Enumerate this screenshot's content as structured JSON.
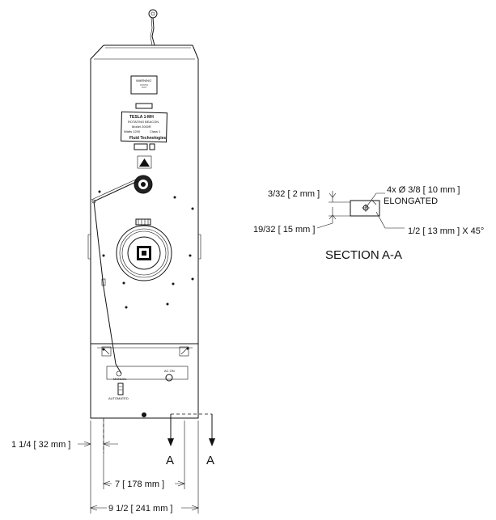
{
  "labels": {
    "warning_label": "WARNING",
    "unit_plate_line1": "TESLA 1-MH",
    "unit_plate_line2": "ROTATING BEACON",
    "unit_plate_line3": "Model 2000R",
    "unit_plate_line4": "Watts 1200",
    "unit_plate_line5": "Class 1",
    "unit_brand": "Fluid Technologies",
    "control_manual": "MANUAL",
    "control_automated": "AUTOMATED",
    "control_ac_on": "AC ON"
  },
  "dimensions": {
    "d_3_32": "3/32 [ 2 mm ]",
    "d_19_32": "19/32 [ 15 mm ]",
    "d_holes": "4x  Ø  3/8 [ 10 mm ]",
    "d_elongated": "ELONGATED",
    "d_chamfer": "1/2 [ 13 mm ] X 45°",
    "d_1_1_4": "1 1/4 [ 32 mm ]",
    "d_7": "7 [ 178 mm ]",
    "d_9_1_2": "9 1/2 [ 241 mm ]"
  },
  "section": {
    "title": "SECTION A-A",
    "arrow_left": "A",
    "arrow_right": "A"
  }
}
